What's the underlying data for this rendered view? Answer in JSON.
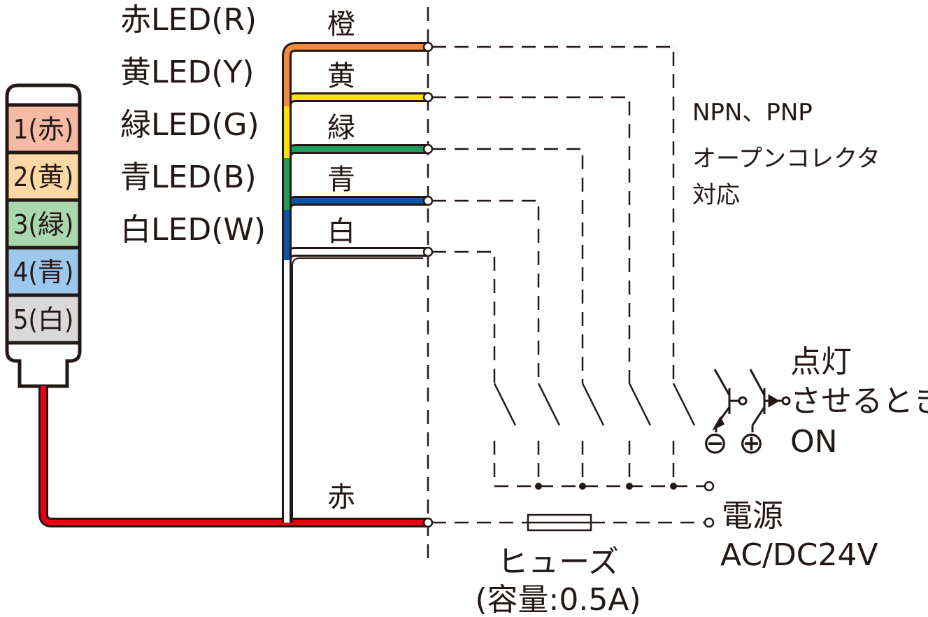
{
  "tower": {
    "tiers": [
      {
        "label": "1(赤)",
        "color": "#f5b9a4"
      },
      {
        "label": "2(黄)",
        "color": "#fbd8a6"
      },
      {
        "label": "3(緑)",
        "color": "#a9d8ae"
      },
      {
        "label": "4(青)",
        "color": "#9cc8ee"
      },
      {
        "label": "5(白)",
        "color": "#d9d9d9"
      }
    ]
  },
  "led_labels": [
    "赤LED(R)",
    "黄LED(Y)",
    "緑LED(G)",
    "青LED(B)",
    "白LED(W)"
  ],
  "wire_labels": {
    "orange": "橙",
    "yellow": "黄",
    "green": "緑",
    "blue": "青",
    "white": "白",
    "red": "赤"
  },
  "wire_colors": {
    "orange": "#f08a3c",
    "yellow": "#ffe100",
    "green": "#1ea05a",
    "blue": "#0a55a8",
    "white": "#ffffff",
    "red": "#e60012"
  },
  "transistor_note": {
    "line1": "NPN、PNP",
    "line2": "オープンコレクタ",
    "line3": "対応"
  },
  "on_note": {
    "line1": "点灯",
    "line2": "させるとき",
    "line3": "ON"
  },
  "minus_symbol": "⊖",
  "plus_symbol": "⊕",
  "power": {
    "label": "電源",
    "spec": "AC/DC24V"
  },
  "fuse": {
    "label": "ヒューズ",
    "capacity": "(容量:0.5A)"
  }
}
